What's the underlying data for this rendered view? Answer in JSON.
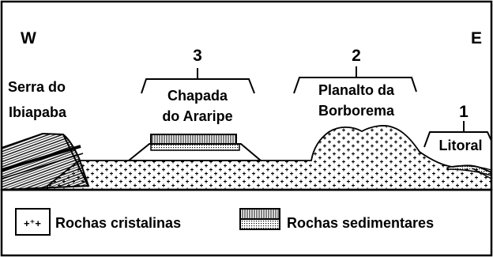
{
  "compass": {
    "west": "W",
    "east": "E"
  },
  "features": {
    "serra": {
      "line1": "Serra do",
      "line2": "Ibiapaba"
    },
    "chapada": {
      "number": "3",
      "line1": "Chapada",
      "line2": "do Araripe"
    },
    "planalto": {
      "number": "2",
      "line1": "Planalto da",
      "line2": "Borborema"
    },
    "litoral": {
      "number": "1",
      "label": "Litoral"
    }
  },
  "legend": {
    "crystalline_symbol": "+⁺+",
    "crystalline": "Rochas cristalinas",
    "sedimentary": "Rochas sedimentares"
  }
}
